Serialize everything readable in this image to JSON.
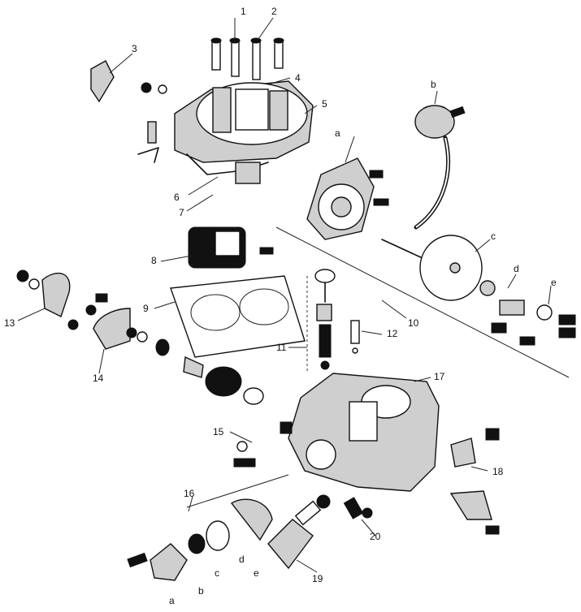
{
  "labels": {
    "l1": "1",
    "l2": "2",
    "l3": "3",
    "l4": "4",
    "l5": "5",
    "l6": "6",
    "l7": "7",
    "l8": "8",
    "l9": "9",
    "l10": "10",
    "l11": "11",
    "l12": "12",
    "l13": "13",
    "l14": "14",
    "l15": "15",
    "l16": "16",
    "l17": "17",
    "l18": "18",
    "l19": "19",
    "l20": "20",
    "a_top": "a",
    "b_top": "b",
    "c_top": "c",
    "d_top": "d",
    "e_top": "e",
    "a_bot": "a",
    "b_bot": "b",
    "c_bot": "c",
    "d_bot": "d",
    "e_bot": "e"
  }
}
